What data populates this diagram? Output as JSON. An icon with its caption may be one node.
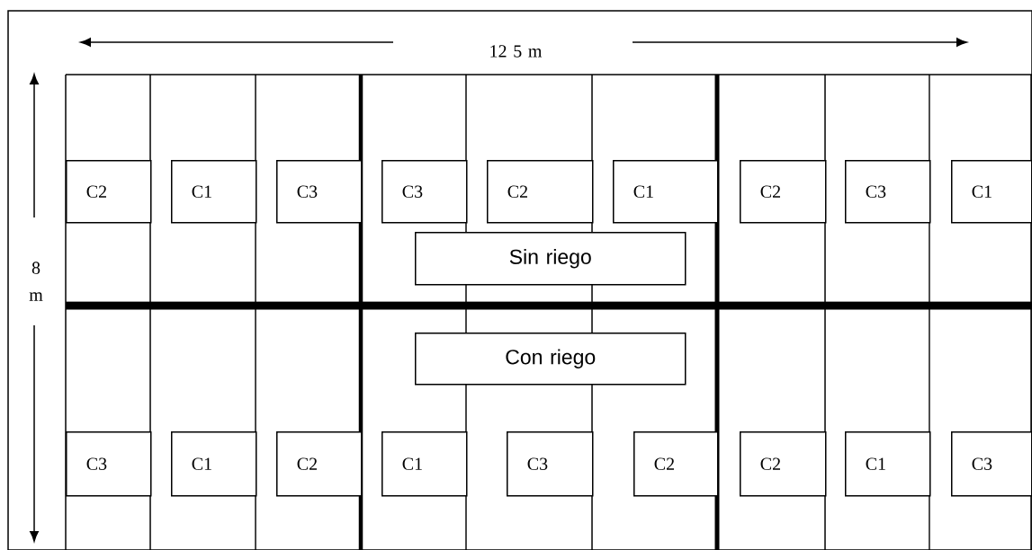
{
  "diagram": {
    "nodes": [
      {
        "text": [
          "C2"
        ]
      },
      {
        "text": [
          "C1"
        ]
      },
      {
        "text": [
          "C3"
        ]
      },
      {
        "text": [
          "C3"
        ]
      },
      {
        "text": [
          "C2"
        ]
      },
      {
        "text": [
          "C1"
        ]
      },
      {
        "text": [
          "C2"
        ]
      },
      {
        "text": [
          "C3"
        ]
      },
      {
        "text": [
          "C1"
        ]
      },
      {
        "text": [
          "Sin riego"
        ]
      },
      {
        "text": [
          "Con riego"
        ]
      },
      {
        "text": [
          "C3"
        ]
      },
      {
        "text": [
          "C1"
        ]
      },
      {
        "text": [
          "C2"
        ]
      },
      {
        "text": [
          "C1"
        ]
      },
      {
        "text": [
          "C3"
        ]
      },
      {
        "text": [
          "C2"
        ]
      },
      {
        "text": [
          "C2"
        ]
      },
      {
        "text": [
          "C1"
        ]
      },
      {
        "text": [
          "C3"
        ]
      }
    ],
    "labels": [
      "12 5 m",
      "8 m"
    ]
  }
}
